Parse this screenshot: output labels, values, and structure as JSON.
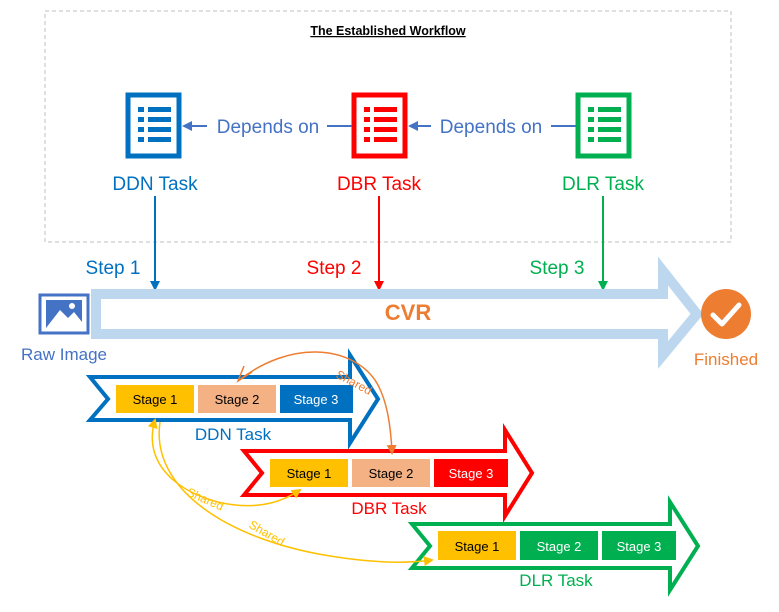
{
  "title": "The Established Workflow",
  "workflow": {
    "tasks": [
      {
        "label": "DDN Task",
        "color": "#0070c0"
      },
      {
        "label": "DBR Task",
        "color": "#ff0000"
      },
      {
        "label": "DLR Task",
        "color": "#00b050"
      }
    ],
    "dependency_label": "Depends on"
  },
  "cvr": {
    "label": "CVR",
    "steps": [
      "Step 1",
      "Step 2",
      "Step 3"
    ],
    "input_label": "Raw Image",
    "output_label": "Finished",
    "icon_input": "image-icon",
    "icon_output": "checkmark-icon"
  },
  "pipelines": [
    {
      "task": "DDN Task",
      "stages": [
        "Stage 1",
        "Stage 2",
        "Stage 3"
      ]
    },
    {
      "task": "DBR Task",
      "stages": [
        "Stage 1",
        "Stage 2",
        "Stage 3"
      ]
    },
    {
      "task": "DLR Task",
      "stages": [
        "Stage 1",
        "Stage 2",
        "Stage 3"
      ]
    }
  ],
  "shared_label": "Shared",
  "colors": {
    "ddn": "#0070c0",
    "dbr": "#ff0000",
    "dlr": "#00b050",
    "stage1": "#ffc000",
    "stage2": "#f4b183",
    "cvr_text": "#ed7d31",
    "cvr_arrow": "#bdd7ee",
    "finished": "#ed7d31",
    "raw_image": "#4472c4",
    "shared_orange": "#ed7d31",
    "shared_yellow": "#ffc000"
  }
}
